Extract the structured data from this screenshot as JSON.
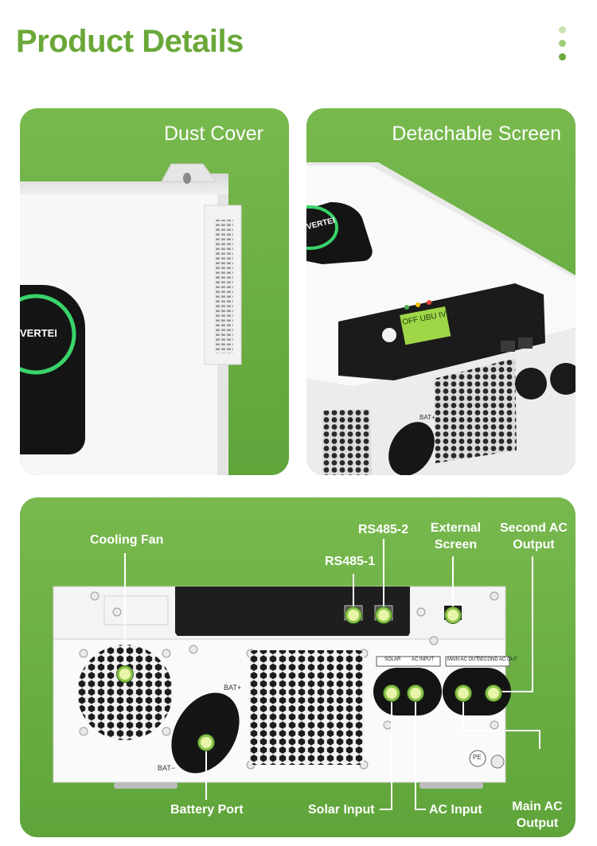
{
  "header": {
    "title": "Product Details"
  },
  "colors": {
    "brand_green": "#6aa839",
    "card_green": "#6db144",
    "dark_panel": "#1e1e1e"
  },
  "cards": {
    "dust_cover": {
      "label": "Dust Cover",
      "logo_text": "VERTER"
    },
    "detachable_screen": {
      "label": "Detachable Screen",
      "logo_text": "VERTER",
      "lcd_text": "OFF UBU IVO",
      "side_label": "BAT+"
    }
  },
  "rear_panel": {
    "labels": {
      "solar_header": "SOLAR",
      "ac_input_header": "AC INPUT",
      "main_ac_out_header": "MAIN AC OUT",
      "second_ac_out_header": "SECOND AC OUT",
      "bat_plus": "BAT+",
      "bat_minus": "BAT−",
      "pe": "PE"
    },
    "callouts": {
      "cooling_fan": "Cooling Fan",
      "rs485_2": "RS485-2",
      "rs485_1": "RS485-1",
      "external_screen": "External Screen",
      "second_ac_output": "Second AC Output",
      "battery_port": "Battery Port",
      "solar_input": "Solar Input",
      "ac_input": "AC Input",
      "main_ac_output": "Main AC Output"
    }
  }
}
